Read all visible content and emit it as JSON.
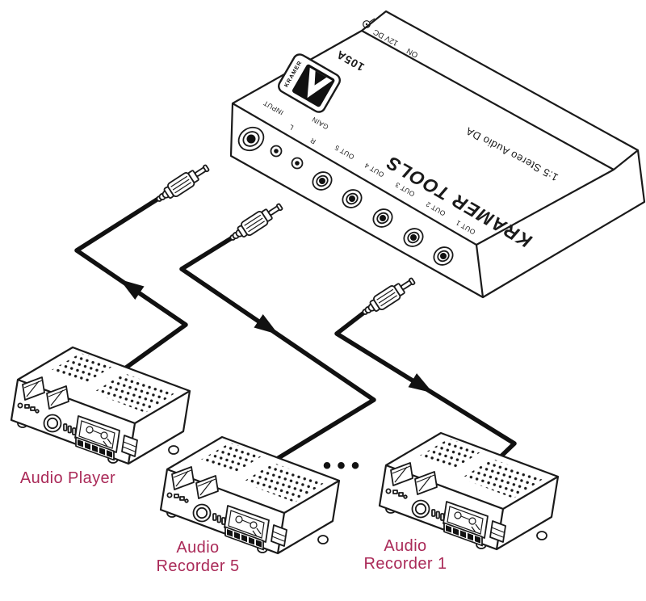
{
  "device": {
    "brand": "KRAMER",
    "model": "105A",
    "product_line": "KRAMER TOOLS",
    "description": "1:5 Stereo Audio DA",
    "rear_panel": {
      "power": "12V DC",
      "switch": "ON"
    },
    "front_panel": {
      "input": "INPUT",
      "gain_left": "L",
      "gain": "GAIN",
      "gain_right": "R",
      "outputs": [
        "OUT 5",
        "OUT 4",
        "OUT 3",
        "OUT 2",
        "OUT 1"
      ]
    }
  },
  "connected_devices": {
    "player": {
      "label": "Audio Player"
    },
    "recorder_5": {
      "line1": "Audio",
      "line2": "Recorder 5"
    },
    "recorder_1": {
      "line1": "Audio",
      "line2": "Recorder 1"
    }
  },
  "more_units_indicator": "•••",
  "colors": {
    "device_label_text": "#aa2a58",
    "line_art": "#1a1a1a",
    "background": "#ffffff"
  }
}
